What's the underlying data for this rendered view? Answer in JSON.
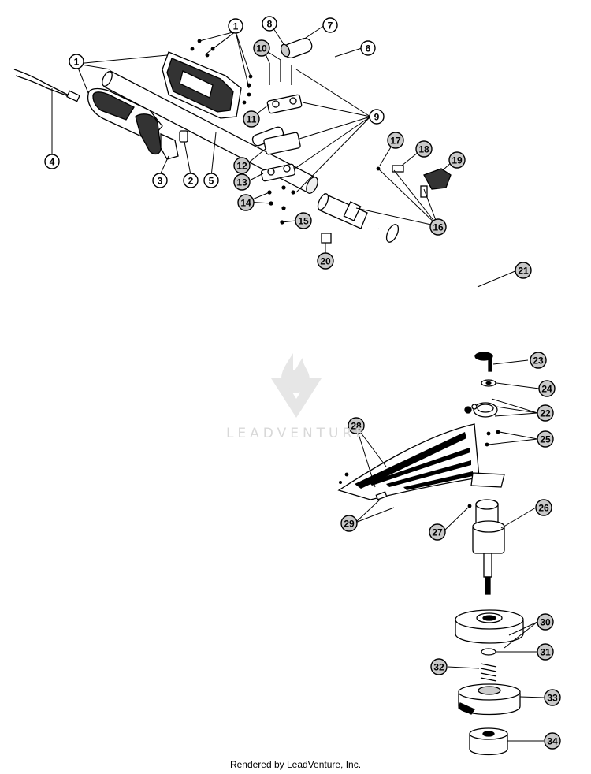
{
  "watermark": {
    "brand": "LEADVENTURE"
  },
  "footer": {
    "text": "Rendered by LeadVenture, Inc."
  },
  "callouts": [
    {
      "n": "1"
    },
    {
      "n": "1"
    },
    {
      "n": "2"
    },
    {
      "n": "3"
    },
    {
      "n": "4"
    },
    {
      "n": "5"
    },
    {
      "n": "6"
    },
    {
      "n": "7"
    },
    {
      "n": "8"
    },
    {
      "n": "9"
    },
    {
      "n": "10"
    },
    {
      "n": "11"
    },
    {
      "n": "12"
    },
    {
      "n": "13"
    },
    {
      "n": "14"
    },
    {
      "n": "15"
    },
    {
      "n": "16"
    },
    {
      "n": "17"
    },
    {
      "n": "18"
    },
    {
      "n": "19"
    },
    {
      "n": "20"
    },
    {
      "n": "21"
    },
    {
      "n": "22"
    },
    {
      "n": "23"
    },
    {
      "n": "24"
    },
    {
      "n": "25"
    },
    {
      "n": "26"
    },
    {
      "n": "27"
    },
    {
      "n": "28"
    },
    {
      "n": "29"
    },
    {
      "n": "30"
    },
    {
      "n": "31"
    },
    {
      "n": "32"
    },
    {
      "n": "33"
    },
    {
      "n": "34"
    }
  ]
}
